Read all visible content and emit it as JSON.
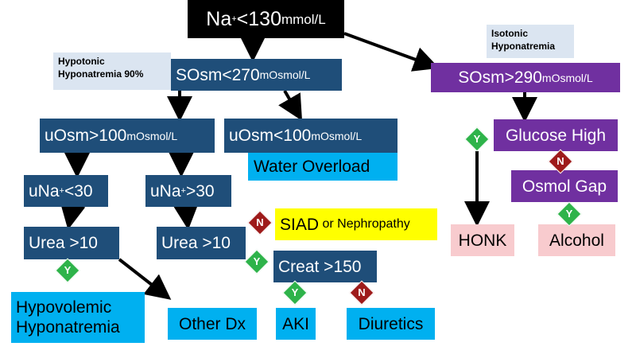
{
  "nodes": {
    "na_root": {
      "prefix": "Na",
      "sup": "+",
      "main": " <130",
      "unit": "mmol/L"
    },
    "sosm_low": {
      "main": "SOsm<270",
      "unit": "mOsmol/L"
    },
    "sosm_high": {
      "main": "SOsm>290",
      "unit": "mOsmol/L"
    },
    "uosm_high": {
      "main": "uOsm>100",
      "unit": "mOsmol/L"
    },
    "uosm_low": {
      "main": "uOsm<100",
      "unit": "mOsmol/L"
    },
    "water_overload": {
      "label": "Water Overload"
    },
    "una_low": {
      "prefix": "uNa",
      "sup": "+",
      "main": "<30"
    },
    "una_high": {
      "prefix": "uNa",
      "sup": "+",
      "main": ">30"
    },
    "urea_left": {
      "label": "Urea >10"
    },
    "urea_right": {
      "label": "Urea >10"
    },
    "siad": {
      "main": "SIAD",
      "rest": " or Nephropathy"
    },
    "creat": {
      "label": "Creat >150"
    },
    "hypovolemic": {
      "line1": "Hypovolemic",
      "line2": "Hyponatremia"
    },
    "other_dx": {
      "label": "Other Dx"
    },
    "aki": {
      "label": "AKI"
    },
    "diuretics": {
      "label": "Diuretics"
    },
    "glucose": {
      "label": "Glucose High"
    },
    "osmol_gap": {
      "label": "Osmol Gap"
    },
    "honk": {
      "label": "HONK"
    },
    "alcohol": {
      "label": "Alcohol"
    }
  },
  "notes": {
    "hypotonic": {
      "line1": "Hypotonic",
      "line2": "Hyponatremia 90%"
    },
    "isotonic": {
      "line1": "Isotonic",
      "line2": "Hyponatremia"
    }
  },
  "badges": {
    "yes": "Y",
    "no": "N"
  },
  "colors": {
    "root": "#000000",
    "dark_node": "#1f4e79",
    "outcome": "#00b0f0",
    "isotonic_branch": "#7030a0",
    "isotonic_outcome": "#f8cbce",
    "siad": "#ffff00",
    "yes_badge": "#2eb34a",
    "no_badge": "#9e1b1b"
  }
}
